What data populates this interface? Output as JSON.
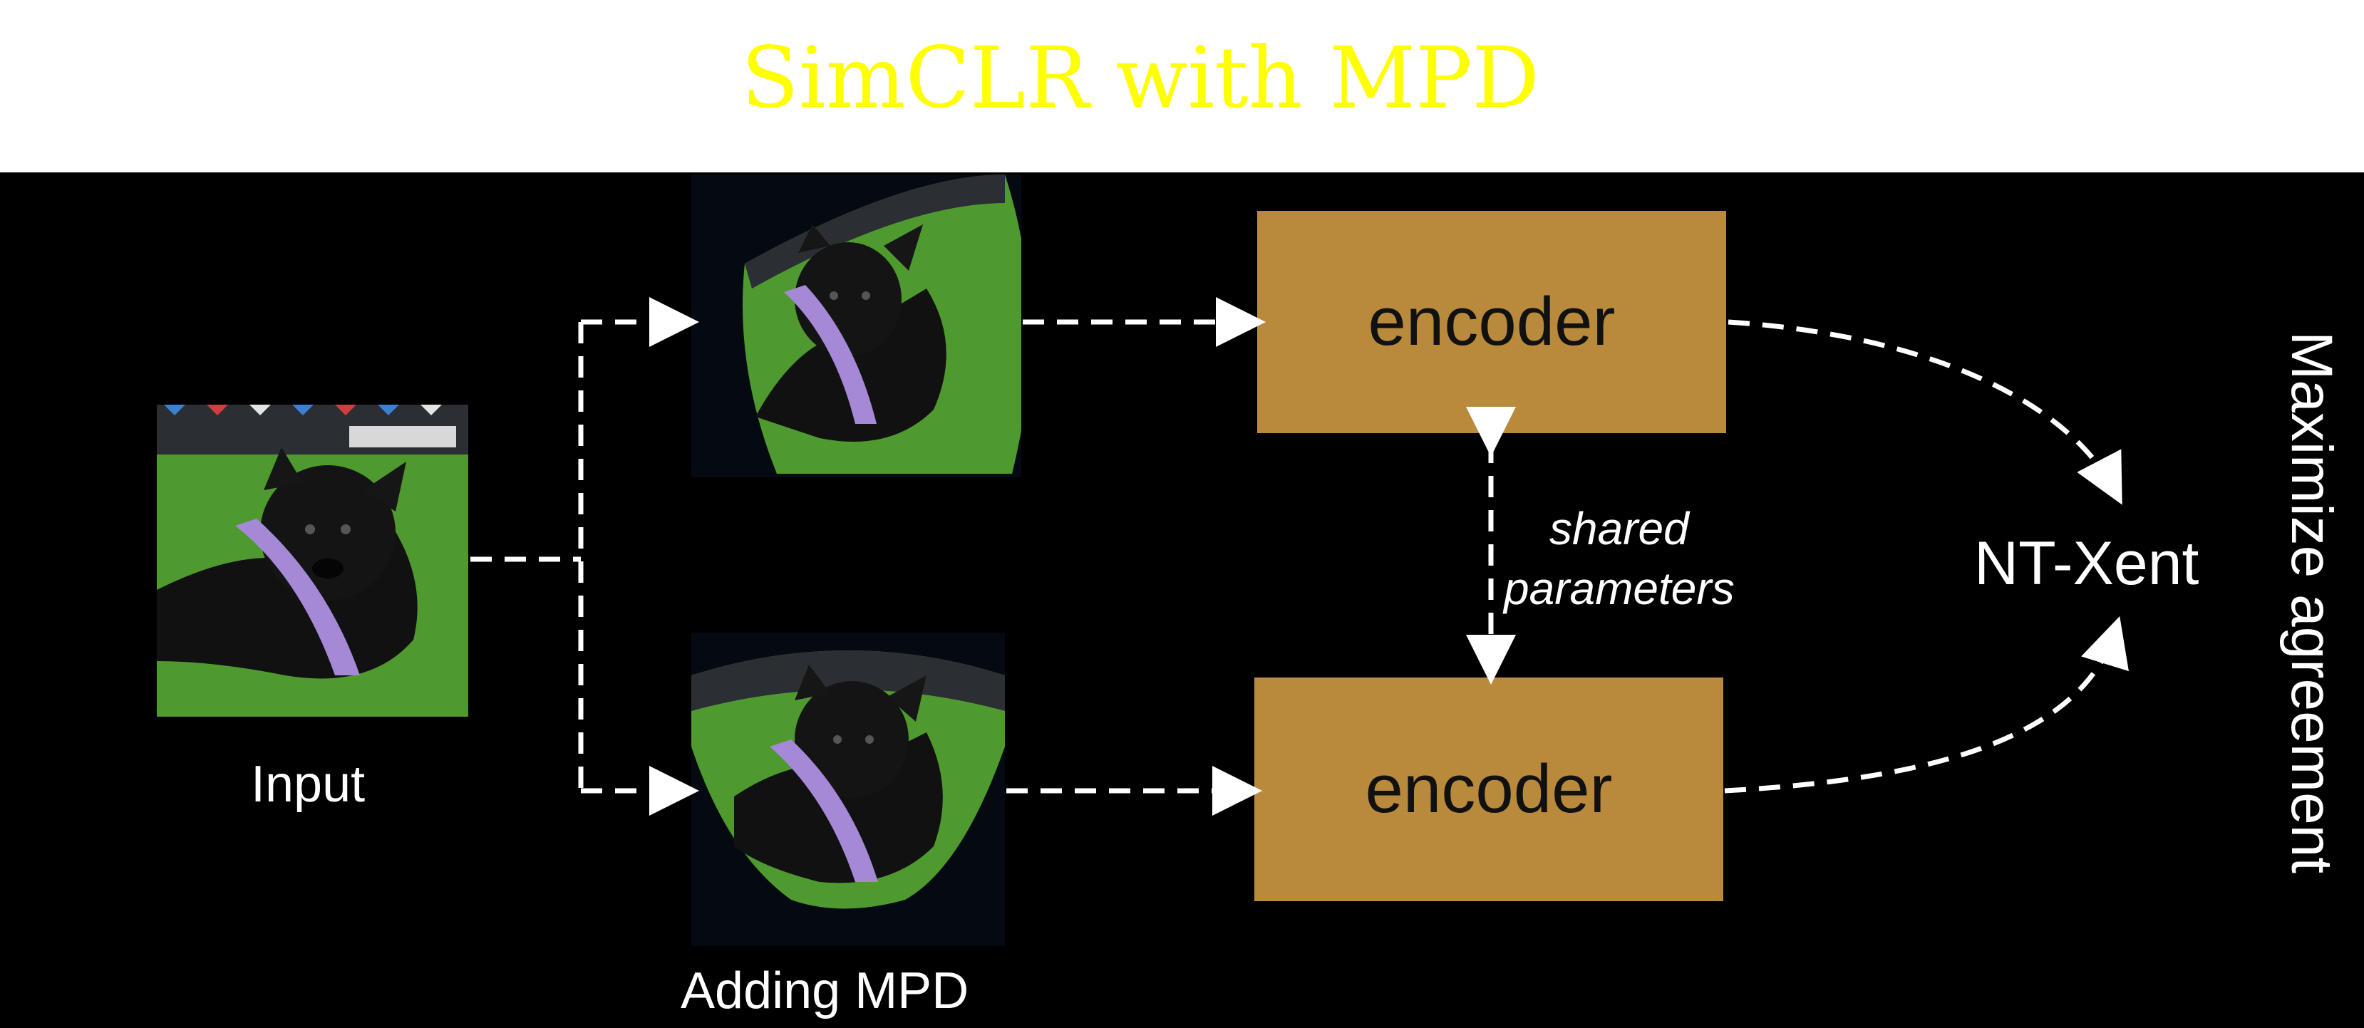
{
  "title": "SimCLR with MPD",
  "input_label": "Input",
  "augment_label": "Adding MPD",
  "encoder_top": "encoder",
  "encoder_bottom": "encoder",
  "shared_line1": "shared",
  "shared_line2": "parameters",
  "loss_label": "NT-Xent",
  "side_label": "Maximize agreement",
  "colors": {
    "title": "#ffff00",
    "encoder": "#b98a3c",
    "background": "#000000"
  }
}
